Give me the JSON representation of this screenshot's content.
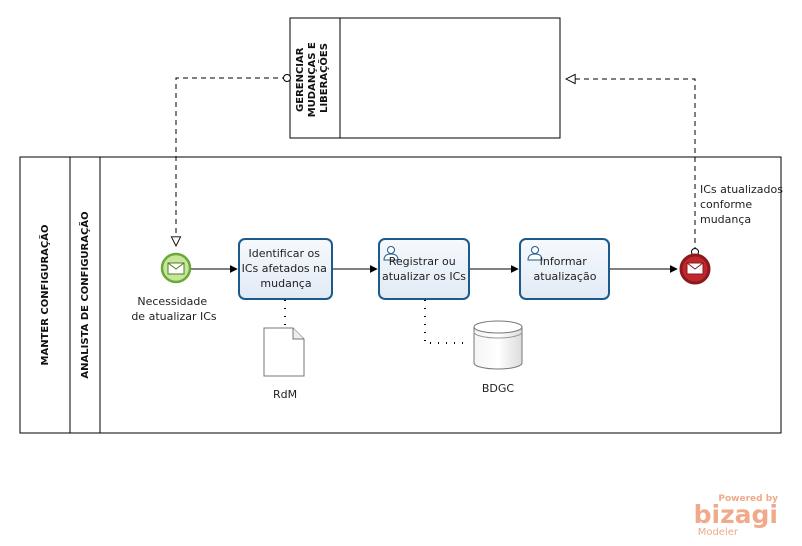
{
  "pool_top": {
    "title": "GERENCIAR MUDANÇAS E LIBERAÇÕES",
    "title_lines": [
      "GERENCIAR",
      "MUDANÇAS E",
      "LIBERAÇÕES"
    ]
  },
  "pool_main": {
    "title": "MANTER CONFIGURAÇÃO"
  },
  "lane": {
    "title": "ANALISTA DE CONFIGURAÇÃO"
  },
  "start_event": {
    "label_lines": [
      "Necessidade",
      "de atualizar ICs"
    ]
  },
  "tasks": [
    {
      "lines": [
        "Identificar os",
        "ICs afetados na",
        "mudança"
      ]
    },
    {
      "lines": [
        "Registrar ou",
        "atualizar os ICs"
      ]
    },
    {
      "lines": [
        "Informar",
        "atualização"
      ]
    }
  ],
  "end_event": {
    "label_lines": [
      "ICs atualizados",
      "conforme",
      "mudança"
    ]
  },
  "document": {
    "label": "RdM"
  },
  "datastore": {
    "label": "BDGC"
  },
  "watermark": {
    "powered": "Powered by",
    "brand": "bizagi",
    "product": "Modeler"
  },
  "colors": {
    "task_border": "#1d5a8a",
    "task_fill": "#eef4fb",
    "start_fill": "#c8e69a",
    "start_stroke": "#6aa83a",
    "end_fill": "#c0262b",
    "end_stroke": "#8a1a1e",
    "brand": "#f0aa8a"
  }
}
